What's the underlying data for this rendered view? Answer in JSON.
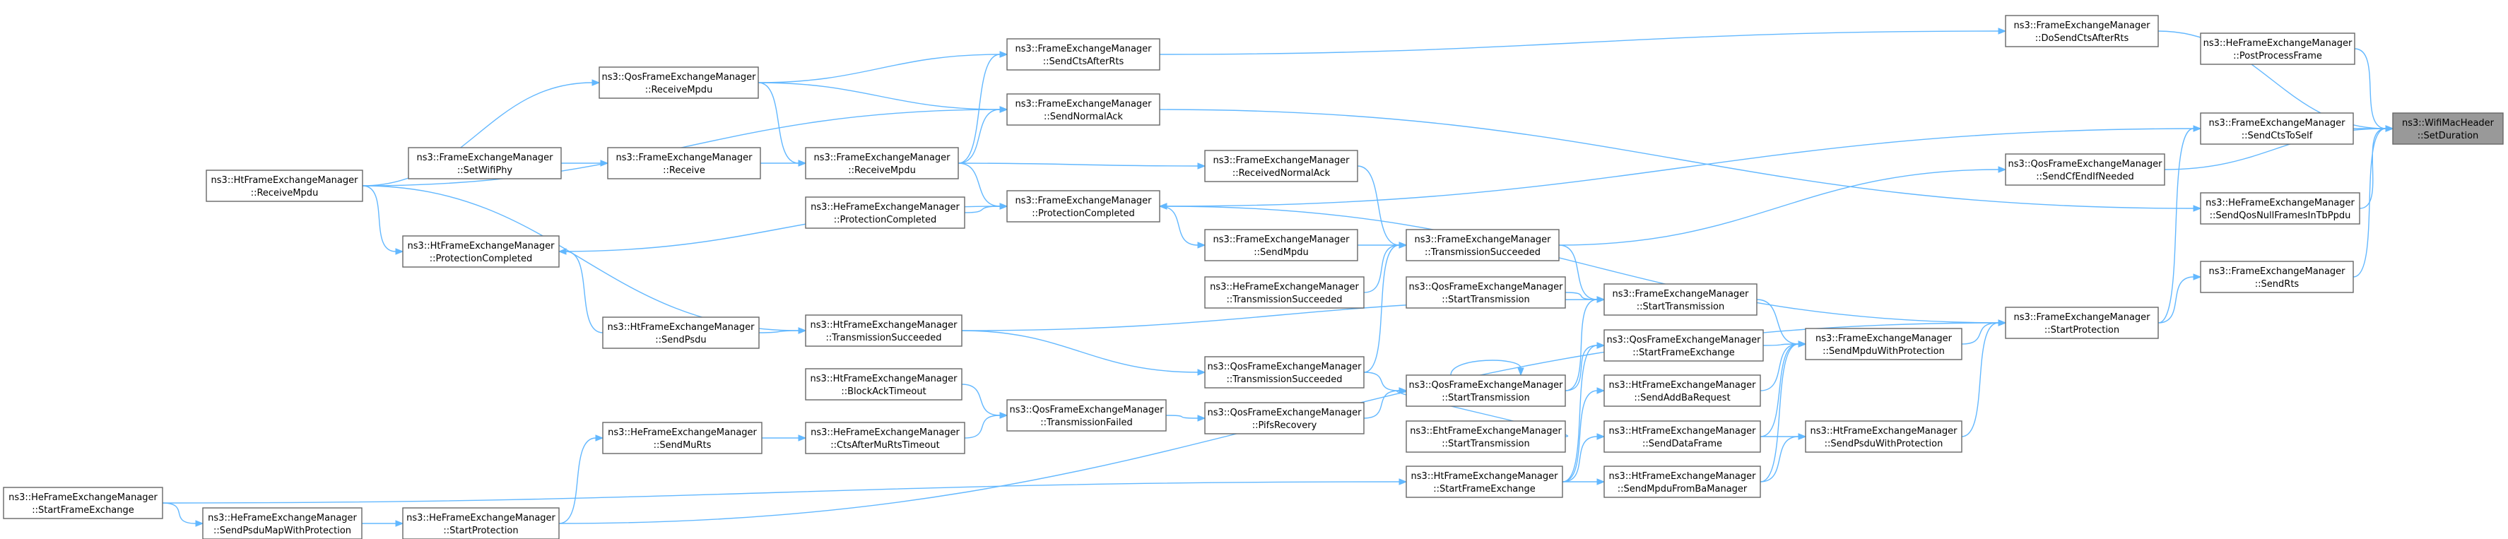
{
  "nodes": [
    {
      "id": "root",
      "root": true,
      "l1": "ns3::WifiMacHeader",
      "l2": "::SetDuration"
    },
    {
      "id": "doSendCts",
      "l1": "ns3::FrameExchangeManager",
      "l2": "::DoSendCtsAfterRts"
    },
    {
      "id": "hePost",
      "l1": "ns3::HeFrameExchangeManager",
      "l2": "::PostProcessFrame"
    },
    {
      "id": "sendCtsToSelf",
      "l1": "ns3::FrameExchangeManager",
      "l2": "::SendCtsToSelf"
    },
    {
      "id": "qosCfEnd",
      "l1": "ns3::QosFrameExchangeManager",
      "l2": "::SendCfEndIfNeeded"
    },
    {
      "id": "heQosNull",
      "l1": "ns3::HeFrameExchangeManager",
      "l2": "::SendQosNullFramesInTbPpdu"
    },
    {
      "id": "sendRts",
      "l1": "ns3::FrameExchangeManager",
      "l2": "::SendRts"
    },
    {
      "id": "fmStartProt",
      "l1": "ns3::FrameExchangeManager",
      "l2": "::StartProtection"
    },
    {
      "id": "fmSendMpduProt",
      "l1": "ns3::FrameExchangeManager",
      "l2": "::SendMpduWithProtection"
    },
    {
      "id": "htSendPsduProt",
      "l1": "ns3::HtFrameExchangeManager",
      "l2": "::SendPsduWithProtection"
    },
    {
      "id": "fmStartTx",
      "l1": "ns3::FrameExchangeManager",
      "l2": "::StartTransmission"
    },
    {
      "id": "qosStartFE",
      "l1": "ns3::QosFrameExchangeManager",
      "l2": "::StartFrameExchange"
    },
    {
      "id": "htSendAddBa",
      "l1": "ns3::HtFrameExchangeManager",
      "l2": "::SendAddBaRequest"
    },
    {
      "id": "htSendData",
      "l1": "ns3::HtFrameExchangeManager",
      "l2": "::SendDataFrame"
    },
    {
      "id": "htSendMpduBa",
      "l1": "ns3::HtFrameExchangeManager",
      "l2": "::SendMpduFromBaManager"
    },
    {
      "id": "fmTxSucc",
      "l1": "ns3::FrameExchangeManager",
      "l2": "::TransmissionSucceeded"
    },
    {
      "id": "qosStartTx1",
      "l1": "ns3::QosFrameExchangeManager",
      "l2": "::StartTransmission"
    },
    {
      "id": "qosStartTx2",
      "l1": "ns3::QosFrameExchangeManager",
      "l2": "::StartTransmission"
    },
    {
      "id": "ehtStartTx",
      "l1": "ns3::EhtFrameExchangeManager",
      "l2": "::StartTransmission"
    },
    {
      "id": "htStartFE",
      "l1": "ns3::HtFrameExchangeManager",
      "l2": "::StartFrameExchange"
    },
    {
      "id": "fmRecvNormalAck",
      "l1": "ns3::FrameExchangeManager",
      "l2": "::ReceivedNormalAck"
    },
    {
      "id": "fmSendMpdu",
      "l1": "ns3::FrameExchangeManager",
      "l2": "::SendMpdu"
    },
    {
      "id": "heTxSucc",
      "l1": "ns3::HeFrameExchangeManager",
      "l2": "::TransmissionSucceeded"
    },
    {
      "id": "qosTxSucc",
      "l1": "ns3::QosFrameExchangeManager",
      "l2": "::TransmissionSucceeded"
    },
    {
      "id": "qosPifs",
      "l1": "ns3::QosFrameExchangeManager",
      "l2": "::PifsRecovery"
    },
    {
      "id": "fmSendCtsAfterRts",
      "l1": "ns3::FrameExchangeManager",
      "l2": "::SendCtsAfterRts"
    },
    {
      "id": "fmSendNormalAck",
      "l1": "ns3::FrameExchangeManager",
      "l2": "::SendNormalAck"
    },
    {
      "id": "fmRecvMpdu",
      "l1": "ns3::FrameExchangeManager",
      "l2": "::ReceiveMpdu"
    },
    {
      "id": "fmProtCompl",
      "l1": "ns3::FrameExchangeManager",
      "l2": "::ProtectionCompleted"
    },
    {
      "id": "heProtCompl",
      "l1": "ns3::HeFrameExchangeManager",
      "l2": "::ProtectionCompleted"
    },
    {
      "id": "htTxSucc",
      "l1": "ns3::HtFrameExchangeManager",
      "l2": "::TransmissionSucceeded"
    },
    {
      "id": "htBaTimeout",
      "l1": "ns3::HtFrameExchangeManager",
      "l2": "::BlockAckTimeout"
    },
    {
      "id": "qosTxFailed",
      "l1": "ns3::QosFrameExchangeManager",
      "l2": "::TransmissionFailed"
    },
    {
      "id": "heCtsMuRts",
      "l1": "ns3::HeFrameExchangeManager",
      "l2": "::CtsAfterMuRtsTimeout"
    },
    {
      "id": "qosRecvMpdu",
      "l1": "ns3::QosFrameExchangeManager",
      "l2": "::ReceiveMpdu"
    },
    {
      "id": "fmReceive",
      "l1": "ns3::FrameExchangeManager",
      "l2": "::Receive"
    },
    {
      "id": "fmSetWifiPhy",
      "l1": "ns3::FrameExchangeManager",
      "l2": "::SetWifiPhy"
    },
    {
      "id": "htProtCompl",
      "l1": "ns3::HtFrameExchangeManager",
      "l2": "::ProtectionCompleted"
    },
    {
      "id": "htSendPsdu",
      "l1": "ns3::HtFrameExchangeManager",
      "l2": "::SendPsdu"
    },
    {
      "id": "heSendMuRts",
      "l1": "ns3::HeFrameExchangeManager",
      "l2": "::SendMuRts"
    },
    {
      "id": "heStartProt",
      "l1": "ns3::HeFrameExchangeManager",
      "l2": "::StartProtection"
    },
    {
      "id": "htRecvMpdu",
      "l1": "ns3::HtFrameExchangeManager",
      "l2": "::ReceiveMpdu"
    },
    {
      "id": "heSendPsduMap",
      "l1": "ns3::HeFrameExchangeManager",
      "l2": "::SendPsduMapWithProtection"
    },
    {
      "id": "heStartFE",
      "l1": "ns3::HeFrameExchangeManager",
      "l2": "::StartFrameExchange"
    }
  ]
}
